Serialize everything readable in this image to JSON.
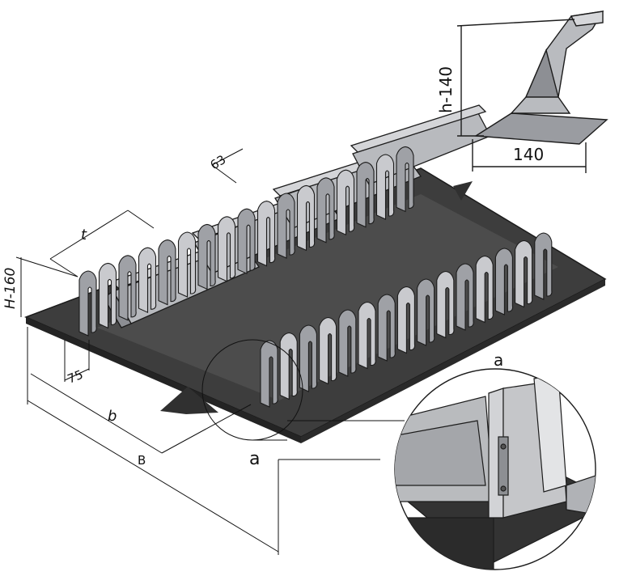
{
  "dimensions": {
    "h_cleat": "h-140",
    "cleat_base": "140",
    "pitch_63": "63",
    "pitch_t": "t",
    "H_sidewall": "H-160",
    "edge_75": "75",
    "width_b": "b",
    "width_B": "B"
  },
  "callouts": {
    "detail_label_main": "a",
    "detail_label_zoom": "a"
  },
  "colors": {
    "belt_dark": "#3a3a3a",
    "belt_top": "#505050",
    "metal_light": "#c9cace",
    "metal_mid": "#9fa1a6",
    "metal_dark": "#6c6e73",
    "outline": "#1c1c1c"
  }
}
